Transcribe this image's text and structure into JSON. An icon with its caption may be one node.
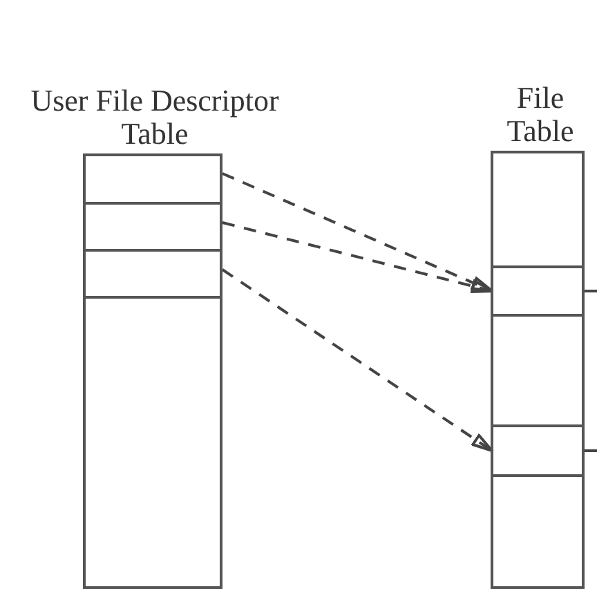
{
  "diagram": {
    "nodes": [
      {
        "text": [
          "User File Descriptor Table"
        ]
      },
      {
        "text": [],
        "shape": "box",
        "in": 0
      },
      {
        "text": [],
        "shape": "box",
        "in": 0
      },
      {
        "text": [],
        "shape": "box",
        "in": 0
      },
      {
        "text": [
          "File Table"
        ]
      },
      {
        "text": [],
        "shape": "box",
        "in": 4
      },
      {
        "text": [],
        "shape": "box",
        "in": 4
      }
    ],
    "edges": [
      {
        "from": 1,
        "to": 5,
        "arrow": "to",
        "style": "dashed"
      },
      {
        "from": 2,
        "to": 5,
        "arrow": "to",
        "style": "dashed"
      },
      {
        "from": 3,
        "to": 6,
        "arrow": "to",
        "style": "dashed"
      },
      {
        "from": 5,
        "to": null,
        "arrow": "none",
        "style": "dashed"
      },
      {
        "from": 6,
        "to": null,
        "arrow": "none",
        "style": "dashed"
      }
    ]
  }
}
